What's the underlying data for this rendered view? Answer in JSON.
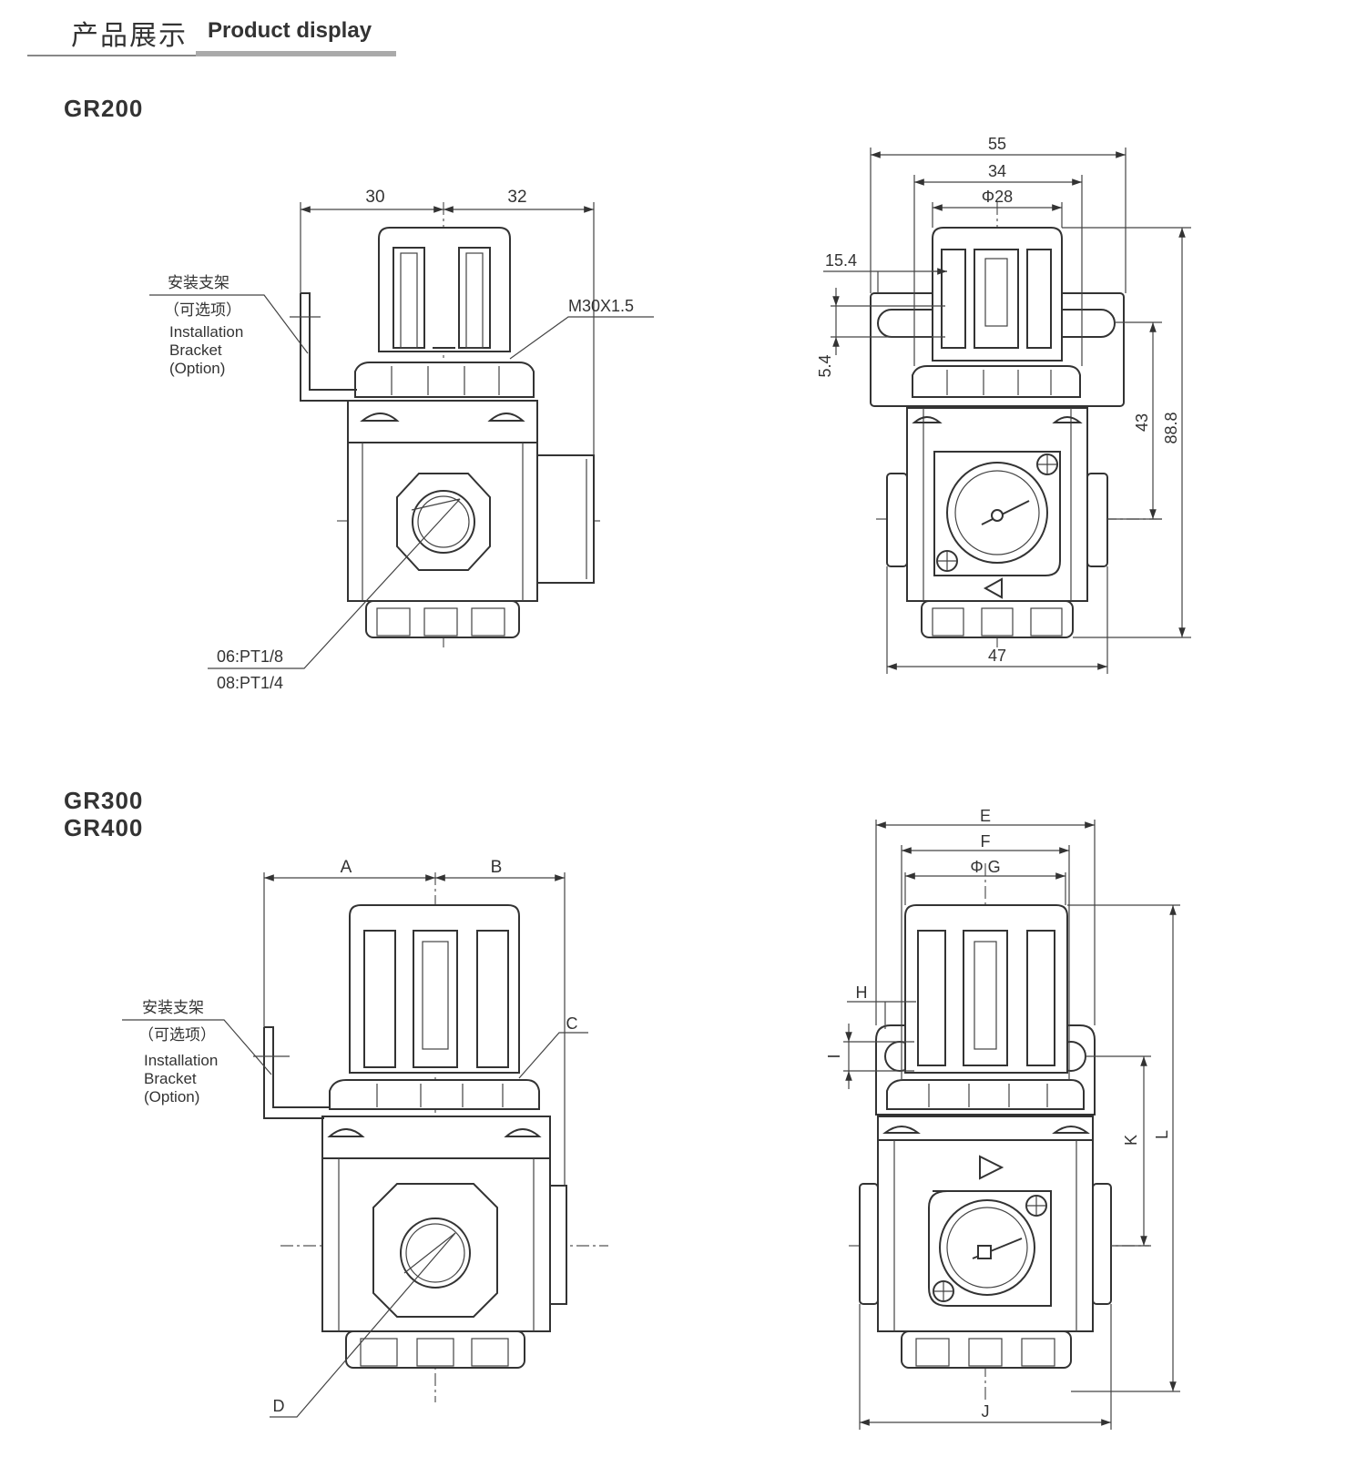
{
  "header": {
    "title_cn": "产品展示",
    "title_en": "Product display"
  },
  "gr200": {
    "model": "GR200",
    "bracket_label": {
      "cn": "安装支架",
      "cn_option": "（可选项）",
      "en_1": "Installation",
      "en_2": "Bracket",
      "en_3": "(Option)"
    },
    "dims": {
      "a": "30",
      "b": "32",
      "thread": "M30X1.5",
      "port_1": "06:PT1/8",
      "port_2": "08:PT1/4",
      "e": "55",
      "f": "34",
      "g": "Φ28",
      "h": "15.4",
      "i": "5.4",
      "k": "43",
      "l": "88.8",
      "j": "47"
    }
  },
  "gr300": {
    "model_1": "GR300",
    "model_2": "GR400",
    "bracket_label": {
      "cn": "安装支架",
      "cn_option": "（可选项）",
      "en_1": "Installation",
      "en_2": "Bracket",
      "en_3": "(Option)"
    },
    "dims": {
      "a": "A",
      "b": "B",
      "c": "C",
      "d": "D",
      "e": "E",
      "f": "F",
      "g": "Φ G",
      "h": "H",
      "i": "I",
      "k": "K",
      "l": "L",
      "j": "J"
    }
  }
}
